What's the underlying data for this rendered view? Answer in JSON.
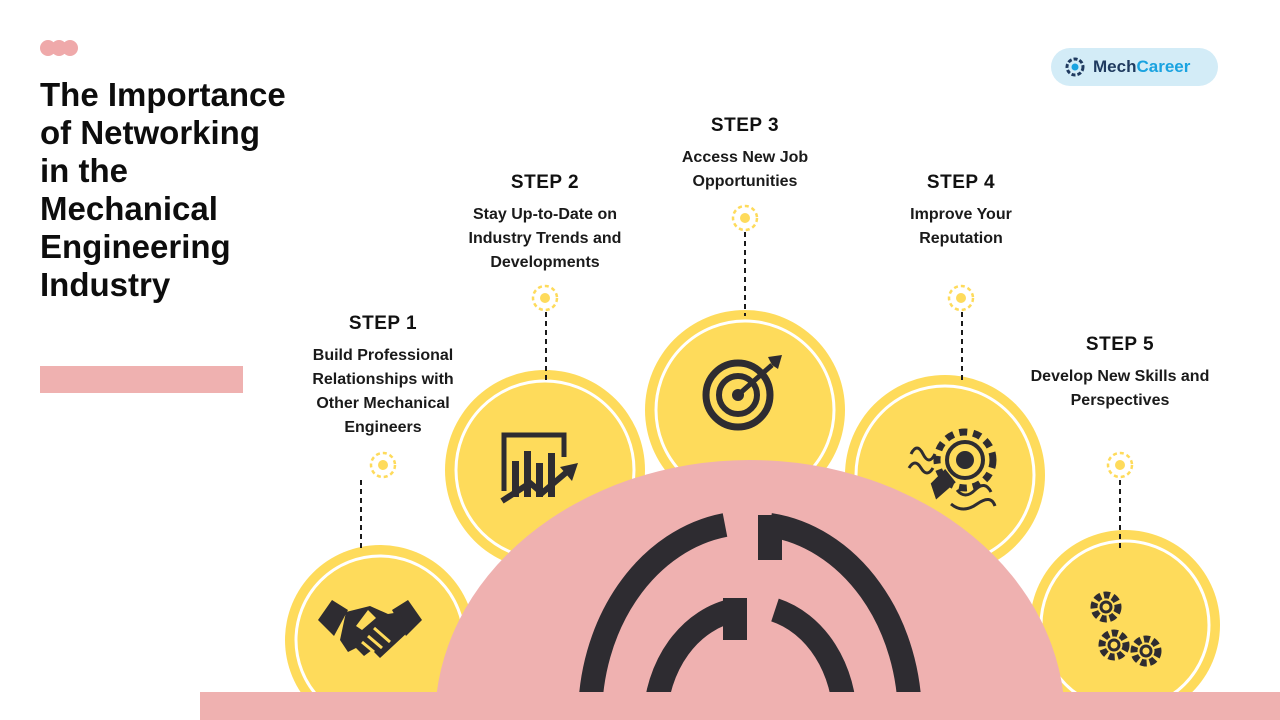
{
  "title": "The Importance of Networking in the Mechanical Engineering Industry",
  "brand": {
    "name_part1": "Mech",
    "name_part2": "Career"
  },
  "colors": {
    "pink": "#efb1b0",
    "yellow": "#fedb5b",
    "dark": "#2e2c31",
    "accent_blue": "#1aa3e0"
  },
  "steps": [
    {
      "label": "STEP 1",
      "text": "Build Professional Relationships with Other Mechanical Engineers",
      "icon": "handshake-icon"
    },
    {
      "label": "STEP 2",
      "text": "Stay Up-to-Date on Industry Trends and Developments",
      "icon": "growth-chart-icon"
    },
    {
      "label": "STEP 3",
      "text": "Access New Job Opportunities",
      "icon": "target-icon"
    },
    {
      "label": "STEP 4",
      "text": "Improve Your Reputation",
      "icon": "bulb-gear-icon"
    },
    {
      "label": "STEP 5",
      "text": "Develop New Skills and Perspectives",
      "icon": "gears-icon"
    }
  ]
}
